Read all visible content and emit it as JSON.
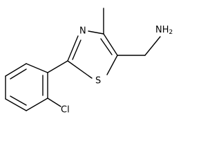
{
  "molecule": {
    "atoms": {
      "nitrogen": "N",
      "sulfur": "S",
      "amine": "NH",
      "amine_subscript": "2",
      "chlorine": "Cl"
    },
    "colors": {
      "bond": "#000000",
      "label": "#000000",
      "background": "#ffffff"
    }
  }
}
